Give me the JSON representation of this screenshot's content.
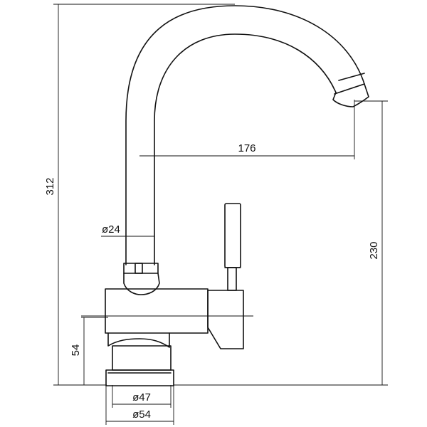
{
  "drawing": {
    "title": "",
    "dimensions": {
      "overall_height": "312",
      "spout_reach": "176",
      "spout_height": "230",
      "spout_diameter": "ø24",
      "base_height": "54",
      "inner_base_diameter": "ø47",
      "outer_base_diameter": "ø54"
    },
    "colors": {
      "line": "#111111",
      "background": "#ffffff"
    }
  }
}
